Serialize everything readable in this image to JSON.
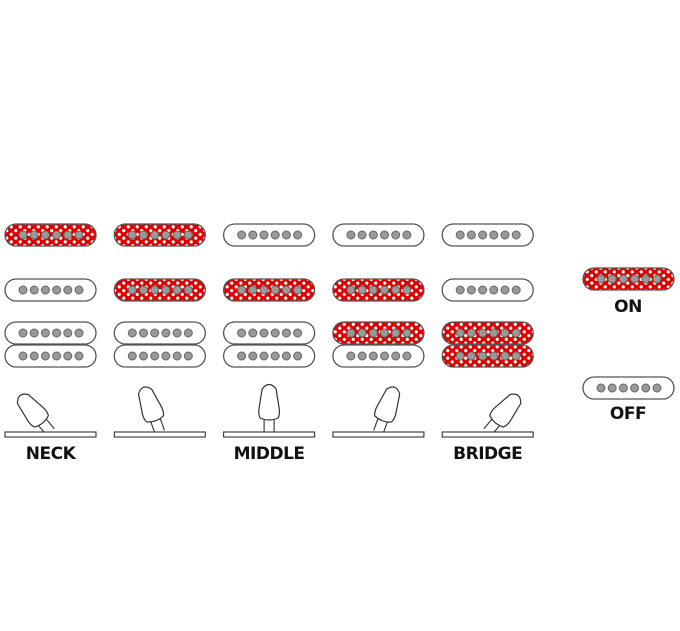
{
  "colors": {
    "on": "#e00000",
    "off": "#ffffff",
    "outline": "#555555",
    "pole": "#999999"
  },
  "positions": [
    {
      "label": "NECK",
      "lever_angle_deg": -40,
      "neck": true,
      "middle": false,
      "bridge_top": false,
      "bridge_bottom": false
    },
    {
      "label": "",
      "lever_angle_deg": -20,
      "neck": true,
      "middle": true,
      "bridge_top": false,
      "bridge_bottom": false
    },
    {
      "label": "MIDDLE",
      "lever_angle_deg": 0,
      "neck": false,
      "middle": true,
      "bridge_top": false,
      "bridge_bottom": false
    },
    {
      "label": "",
      "lever_angle_deg": 20,
      "neck": false,
      "middle": true,
      "bridge_top": true,
      "bridge_bottom": false
    },
    {
      "label": "BRIDGE",
      "lever_angle_deg": 40,
      "neck": false,
      "middle": false,
      "bridge_top": true,
      "bridge_bottom": true
    }
  ],
  "legend": {
    "on_label": "ON",
    "off_label": "OFF"
  }
}
